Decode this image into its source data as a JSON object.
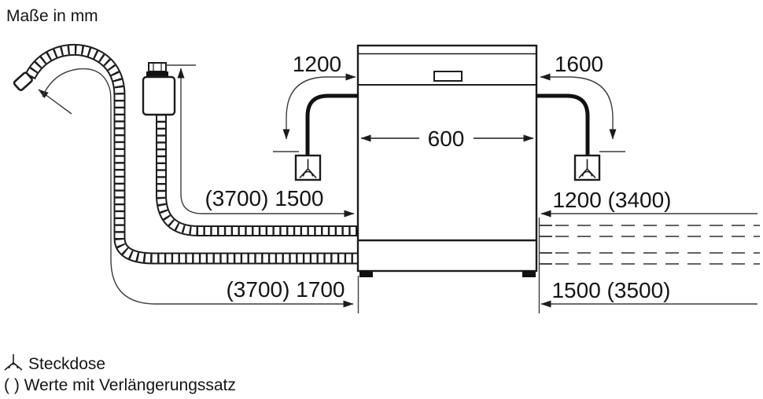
{
  "title": "Maße in mm",
  "dimensions": {
    "cord_left": "1200",
    "cord_right": "1600",
    "appliance_width": "600",
    "supply_hose_left": "(3700) 1500",
    "drain_hose_left": "(3700) 1700",
    "supply_hose_right": "1200 (3400)",
    "drain_hose_right": "1500 (3500)"
  },
  "legend": {
    "socket": "Steckdose",
    "extension": "( ) Werte mit Verlängerungssatz"
  },
  "colors": {
    "line": "#1c1c1c",
    "thin_line": "#3d3d3d",
    "dash_line": "#4d4d4d",
    "background": "#ffffff"
  }
}
